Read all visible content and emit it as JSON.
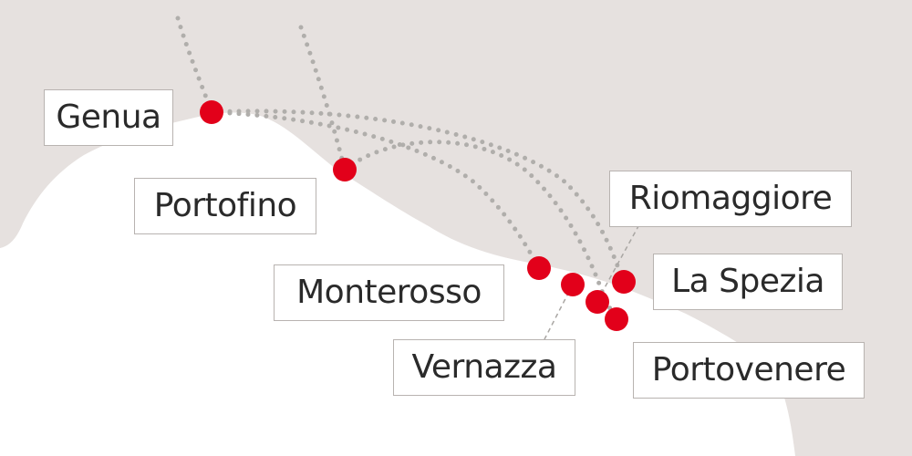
{
  "colors": {
    "land": "#e6e1df",
    "sea": "#ffffff",
    "route": "#b0aeab",
    "marker": "#e2001a",
    "leader": "#a9a6a3",
    "label_border": "#b8b3b0",
    "label_text": "#2a2a2a"
  },
  "places": [
    {
      "id": "genua",
      "name": "Genua"
    },
    {
      "id": "portofino",
      "name": "Portofino"
    },
    {
      "id": "monterosso",
      "name": "Monterosso"
    },
    {
      "id": "vernazza",
      "name": "Vernazza"
    },
    {
      "id": "riomaggiore",
      "name": "Riomaggiore"
    },
    {
      "id": "la-spezia",
      "name": "La Spezia"
    },
    {
      "id": "portovenere",
      "name": "Portovenere"
    }
  ]
}
